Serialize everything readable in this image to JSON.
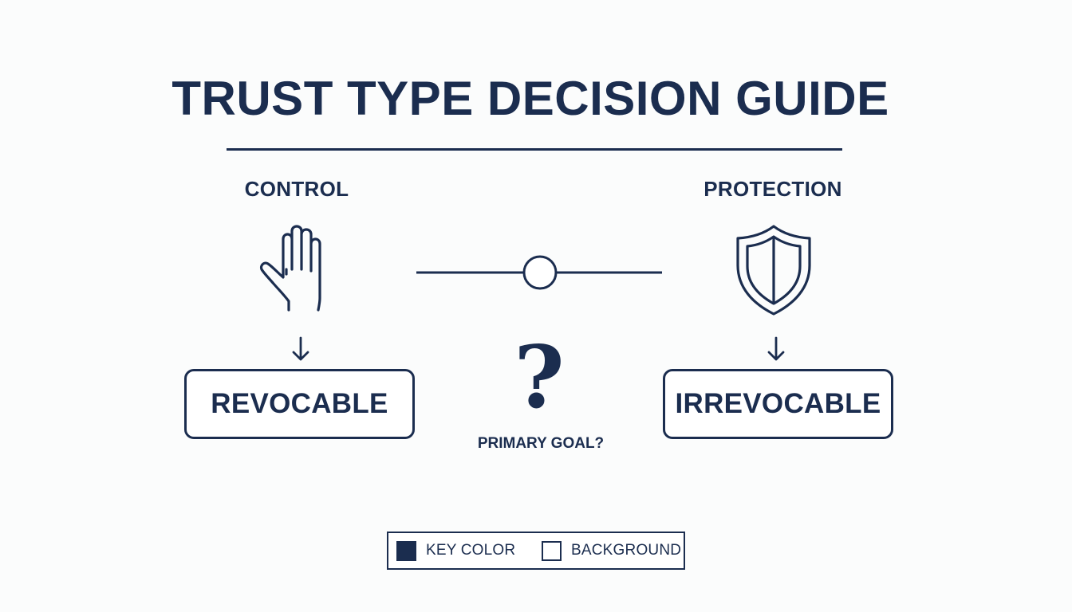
{
  "title": "TRUST TYPE DECISION GUIDE",
  "left_branch": {
    "goal_label": "CONTROL",
    "icon": "hand-icon",
    "result": "REVOCABLE"
  },
  "right_branch": {
    "goal_label": "PROTECTION",
    "icon": "shield-icon",
    "result": "IRREVOCABLE"
  },
  "center": {
    "question_mark": "?",
    "caption": "PRIMARY GOAL?"
  },
  "legend": {
    "items": [
      {
        "label": "KEY COLOR",
        "color": "#1b2d4f"
      },
      {
        "label": "BACKGROUND",
        "color": "#ffffff"
      }
    ]
  },
  "colors": {
    "key": "#1b2d4f",
    "background": "#fbfcfc"
  }
}
